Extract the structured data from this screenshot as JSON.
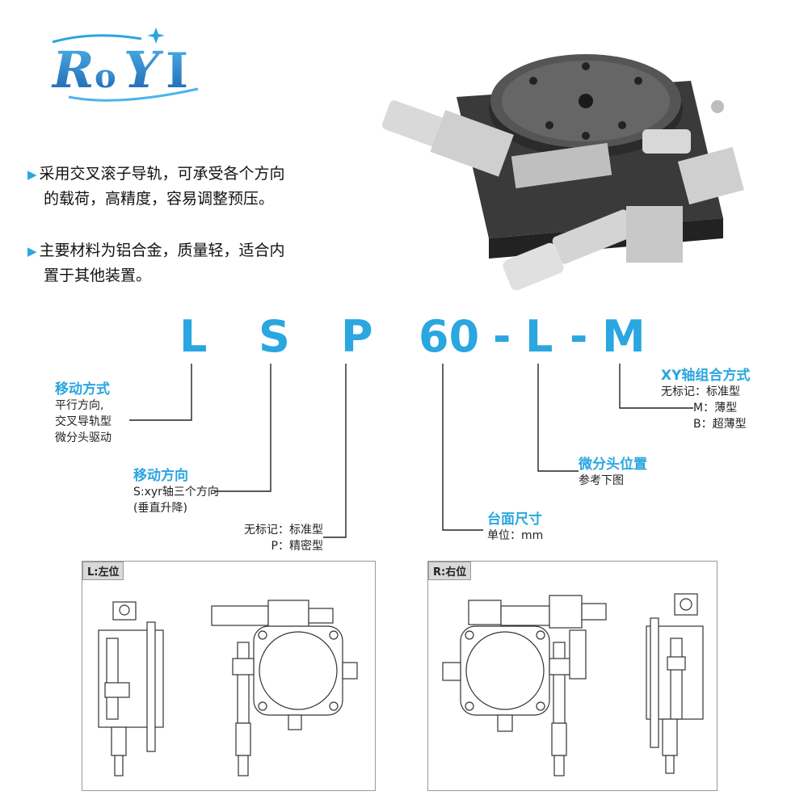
{
  "brand": {
    "logo_text": "RoYi",
    "accent": "#2aa6e0",
    "logo_blue": "#1c6fb8"
  },
  "bullets": [
    {
      "lines": [
        "采用交叉滚子导轨，可承受各个方向",
        "的载荷，高精度，容易调整预压。"
      ]
    },
    {
      "lines": [
        "主要材料为铝合金，质量轻，适合内",
        "置于其他装置。"
      ]
    }
  ],
  "model_code": {
    "chars": [
      "L",
      "S",
      "P",
      "60",
      "-",
      "L",
      "-",
      "M"
    ]
  },
  "annotations": {
    "movement_mode": {
      "title": "移动方式",
      "lines": [
        "平行方向,",
        "交叉导轨型",
        "微分头驱动"
      ]
    },
    "movement_dir": {
      "title": "移动方向",
      "lines": [
        "S:xyr轴三个方向",
        "(垂直升降)"
      ]
    },
    "precision": {
      "lines": [
        "无标记：标准型",
        "P：精密型"
      ]
    },
    "table_size": {
      "title": "台面尺寸",
      "lines": [
        "单位：mm"
      ]
    },
    "micrometer_pos": {
      "title": "微分头位置",
      "lines": [
        "参考下图"
      ]
    },
    "xy_combo": {
      "title": "XY轴组合方式",
      "lines": [
        "无标记：标准型",
        "M：薄型",
        "B：超薄型"
      ]
    }
  },
  "panels": {
    "left": {
      "tag": "L:左位"
    },
    "right": {
      "tag": "R:右位"
    }
  }
}
